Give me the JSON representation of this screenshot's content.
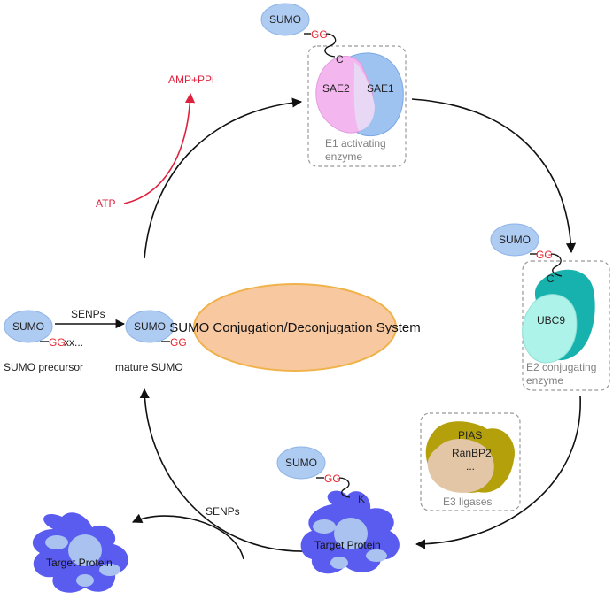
{
  "center_title": "SUMO Conjugation/Deconjugation System",
  "sumo_label": "SUMO",
  "gg_label": "GG",
  "precursor_tail": "xx...",
  "cys_label": "C",
  "lys_label": "K",
  "e1": {
    "subunit_a": "SAE2",
    "subunit_b": "SAE1",
    "caption_line1": "E1 activating",
    "caption_line2": "enzyme"
  },
  "e2": {
    "enzyme": "UBC9",
    "caption_line1": "E2 conjugating",
    "caption_line2": "enzyme"
  },
  "e3": {
    "line1": "PIAS",
    "line2": "RanBP2",
    "line3": "...",
    "caption": "E3 ligases"
  },
  "maturation": {
    "enzyme": "SENPs",
    "precursor_caption": "SUMO precursor",
    "mature_caption": "mature SUMO"
  },
  "atp": "ATP",
  "amp_ppi": "AMP+PPi",
  "deconjugation_enzyme": "SENPs",
  "target_label": "Target Protein",
  "colors": {
    "sumo_fill": "#aecbf2",
    "gg_red": "#e8232f",
    "atp_red": "#e0213d",
    "title_fill": "#f8c8a0",
    "title_stroke": "#f0b24a",
    "sae2_fill": "#f4b6ee",
    "sae1_fill": "#9fc3f0",
    "ubc9_dark": "#18b2ae",
    "ubc9_light": "#aef3ea",
    "e3_dark": "#b4a00a",
    "e3_light": "#e2c6a6",
    "target_dark": "#5a5cf0",
    "target_light": "#a9c2f0",
    "box_stroke": "#999999",
    "caption_gray": "#808080"
  }
}
